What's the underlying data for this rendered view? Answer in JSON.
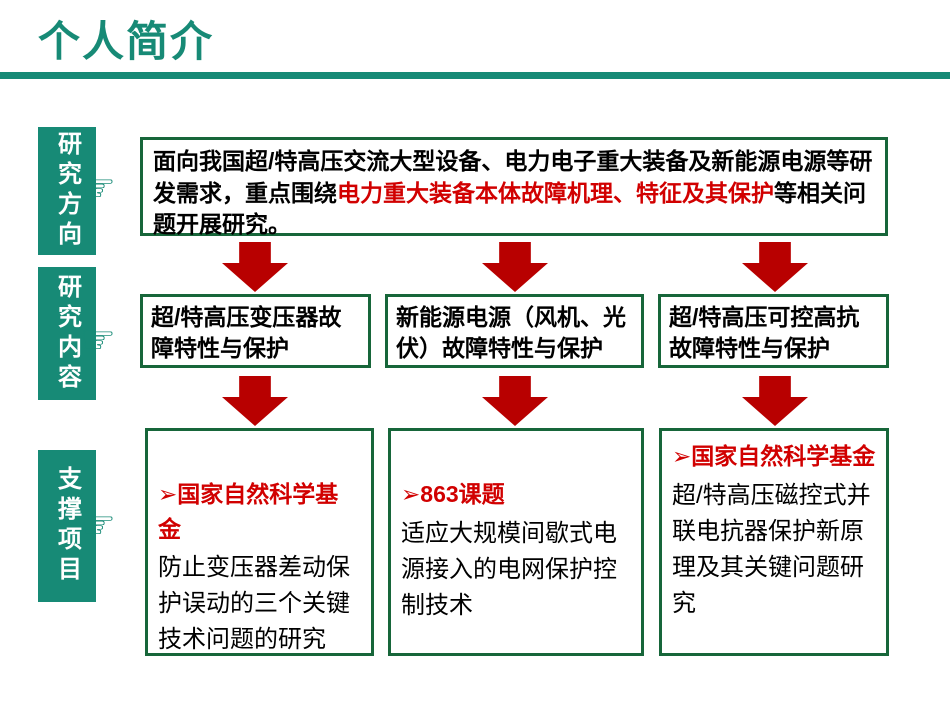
{
  "colors": {
    "teal": "#178a76",
    "border-green": "#17663a",
    "red": "#d10000",
    "arrow-red": "#b80000"
  },
  "title": "个人简介",
  "pointer_icon": "☞",
  "side_labels": [
    {
      "label": "研究方向"
    },
    {
      "label": "研究内容"
    },
    {
      "label": "支撑项目"
    }
  ],
  "intro": {
    "pre": "面向我国超/特高压交流大型设备、电力电子重大装备及新能源电源等研发需求，重点围绕",
    "highlight": "电力重大装备本体故障机理、特征及其保护",
    "post": "等相关问题开展研究。"
  },
  "research_items": [
    {
      "text": "超/特高压变压器故障特性与保护"
    },
    {
      "text": "新能源电源（风机、光伏）故障特性与保护"
    },
    {
      "text": "超/特高压可控高抗故障特性与保护"
    }
  ],
  "projects": [
    {
      "bullet": "➢",
      "heading": "国家自然科学基金",
      "body": "防止变压器差动保护误动的三个关键技术问题的研究"
    },
    {
      "bullet": "➢",
      "heading": "863课题",
      "body": "适应大规模间歇式电源接入的电网保护控制技术"
    },
    {
      "bullet": "➢",
      "heading": "国家自然科学基金",
      "body": "超/特高压磁控式并联电抗器保护新原理及其关键问题研究"
    }
  ]
}
